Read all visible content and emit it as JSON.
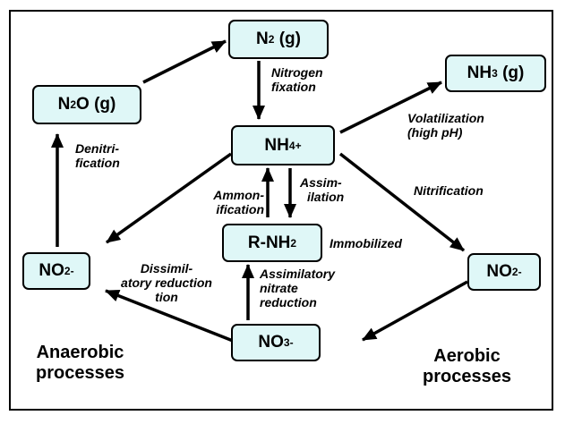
{
  "nodes": {
    "n2": {
      "base": "N",
      "sub": "2",
      "tail": " (g)"
    },
    "n2o": {
      "base": "N",
      "sub": "2",
      "tail": "O (g)"
    },
    "nh3": {
      "base": "NH",
      "sub": "3",
      "tail": " (g)"
    },
    "nh4": {
      "base": "NH",
      "sub": "4",
      "sup": "+"
    },
    "rnh2": {
      "base": "R-NH",
      "sub": "2"
    },
    "no2_left": {
      "base": "NO",
      "sub": "2",
      "sup": "-"
    },
    "no2_right": {
      "base": "NO",
      "sub": "2",
      "sup": "-"
    },
    "no3": {
      "base": "NO",
      "sub": "3",
      "sup": "-"
    }
  },
  "labels": {
    "nitrogen_fixation": [
      "Nitrogen",
      "fixation"
    ],
    "volatilization": [
      "Volatilization",
      "(high pH)"
    ],
    "denitrification": [
      "Denitri-",
      "fication"
    ],
    "nitrification": "Nitrification",
    "ammonification": [
      "Ammon-",
      "ification"
    ],
    "assimilation": [
      "Assim-",
      "ilation"
    ],
    "immobilized": "Immobilized",
    "dissimilatory_reduction": [
      "Dissimil-",
      "atory reduction",
      "tion"
    ],
    "assimilatory_nitrate_reduction": [
      "Assimilatory",
      "nitrate",
      "reduction"
    ]
  },
  "regions": {
    "anaerobic": [
      "Anaerobic",
      "processes"
    ],
    "aerobic": [
      "Aerobic",
      "processes"
    ]
  },
  "colors": {
    "node_fill": "#dff7f7",
    "stroke": "#000000"
  }
}
